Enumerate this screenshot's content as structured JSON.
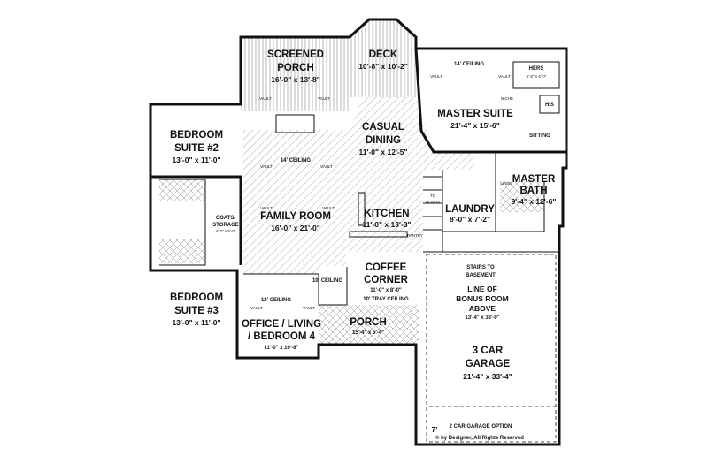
{
  "rooms": {
    "screened_porch": {
      "name1": "SCREENED",
      "name2": "PORCH",
      "dims": "16'-0\" x 13'-8\""
    },
    "deck": {
      "name": "DECK",
      "dims": "10'-8\" x 10'-2\""
    },
    "master_suite": {
      "name": "MASTER SUITE",
      "dims": "21'-4\" x 15'-6\"",
      "ceiling": "14' CEILING"
    },
    "hers": {
      "name": "HERS",
      "dims": "6'-0\" x 6'-0\""
    },
    "his": {
      "name": "HIS"
    },
    "niche": "NICHE",
    "sitting": "SITTING",
    "bedroom2": {
      "name1": "BEDROOM",
      "name2": "SUITE #2",
      "dims": "13'-0\" x 11'-0\""
    },
    "casual_dining": {
      "name1": "CASUAL",
      "name2": "DINING",
      "dims": "11'-0\" x 12'-5\""
    },
    "family_room": {
      "name": "FAMILY ROOM",
      "dims": "16'-0\" x 21'-0\"",
      "ceiling": "14' CEILING"
    },
    "kitchen": {
      "name": "KITCHEN",
      "dims": "11'-0\" x 13'-3\""
    },
    "to_bonus": {
      "line1": "TO",
      "line2": "BONUS"
    },
    "laundry": {
      "name": "LAUNDRY",
      "dims": "8'-0\" x 7'-2\""
    },
    "master_bath": {
      "name1": "MASTER",
      "name2": "BATH",
      "dims": "9'-4\" x 12'-6\""
    },
    "linen": "LINEN",
    "pantry": "PANTRY",
    "coats": {
      "line1": "COATS/",
      "line2": "STORAGE",
      "dims": "4'-7\" x 5'-0\""
    },
    "coffee_corner": {
      "name1": "COFFEE",
      "name2": "CORNER",
      "dims": "11'-0\" x 8'-0\"",
      "ceiling": "10' TRAY CEILING"
    },
    "ten_ceiling": "10' CEILING",
    "bedroom3": {
      "name1": "BEDROOM",
      "name2": "SUITE #3",
      "dims": "13'-0\" x 11'-0\""
    },
    "office": {
      "name1": "OFFICE / LIVING",
      "name2": "/ BEDROOM 4",
      "dims": "11'-0\" x 10'-8\"",
      "ceiling": "12' CEILING"
    },
    "porch": {
      "name": "PORCH",
      "dims": "15'-4\" x 5'-4\""
    },
    "garage": {
      "name1": "3 CAR",
      "name2": "GARAGE",
      "dims": "21'-4\" x 33'-4\""
    }
  },
  "notes": {
    "stairs1": "STAIRS TO",
    "stairs2": "BASEMENT",
    "bonus1": "LINE OF",
    "bonus2": "BONUS ROOM",
    "bonus3": "ABOVE",
    "bonus_dims": "13'-4\" x 33'-0\"",
    "garage_option_dim": "7'",
    "garage_option": "2 CAR GARAGE OPTION",
    "copyright": "© by Designer, All Rights Reserved",
    "vault": "VAULT"
  }
}
